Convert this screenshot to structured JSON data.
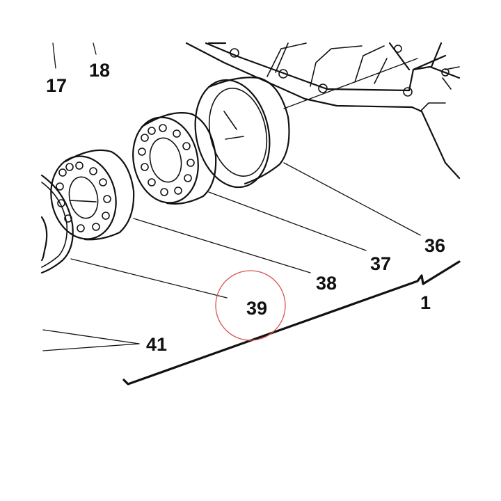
{
  "callouts": {
    "c17": "17",
    "c18": "18",
    "c36": "36",
    "c37": "37",
    "c38": "38",
    "c39": "39",
    "c41": "41",
    "c1": "1"
  },
  "highlight": {
    "target": "39",
    "color": "#d9534f"
  }
}
